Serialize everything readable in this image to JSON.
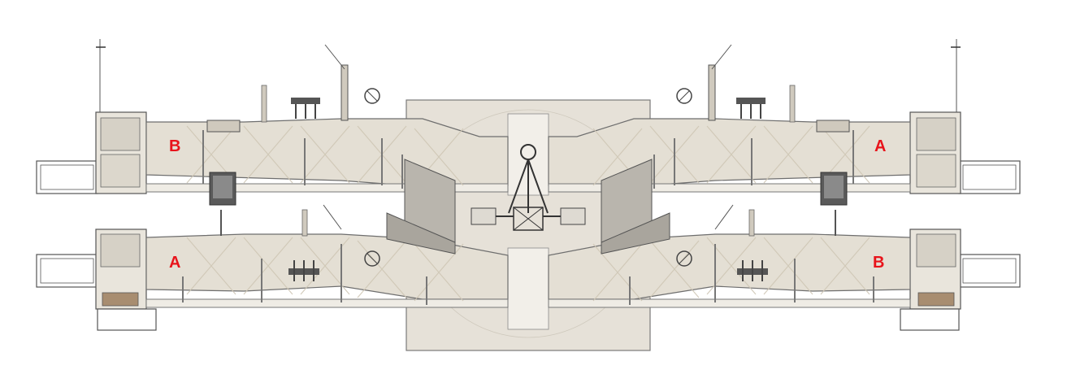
{
  "labels": {
    "upper_left": "B",
    "upper_right": "A",
    "lower_left": "A",
    "lower_right": "B"
  },
  "colors": {
    "label": "#e8141b",
    "frame_fill": "#e4dfd4",
    "center_plate": "#e6e1d8",
    "outline": "#6e6e6e",
    "dark_part": "#4a4a4a",
    "light_panel": "#f3f1ec"
  }
}
